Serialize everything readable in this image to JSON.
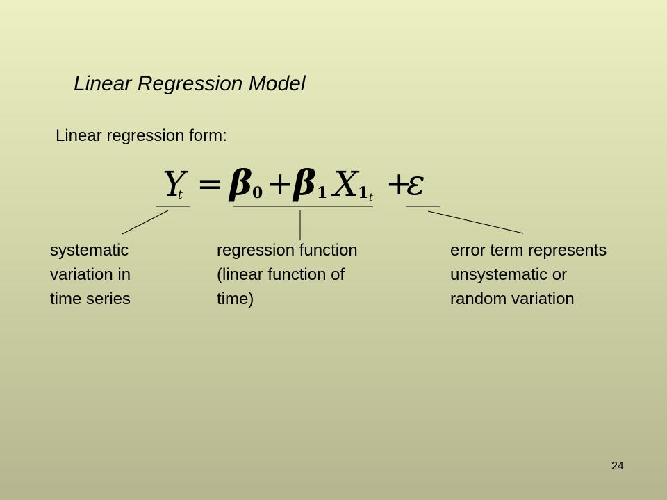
{
  "slide": {
    "title": "Linear Regression Model",
    "subtitle": "Linear regression form:",
    "equation": {
      "lhs": "Y",
      "lhs_sub": "t",
      "equals": "=",
      "beta0": "β",
      "beta0_sub": "0",
      "plus1": "+",
      "beta1": "β",
      "beta1_sub": "1",
      "x": "X",
      "x_sub": "1",
      "x_subsub": "t",
      "plus2": "+",
      "epsilon": "ε"
    },
    "annotations": {
      "systematic": [
        "systematic",
        "variation in",
        "time series"
      ],
      "regression": [
        "regression function",
        "(linear function of",
        "time)"
      ],
      "error": [
        "error term represents",
        "unsystematic or",
        "random variation"
      ]
    },
    "page_number": "24"
  }
}
